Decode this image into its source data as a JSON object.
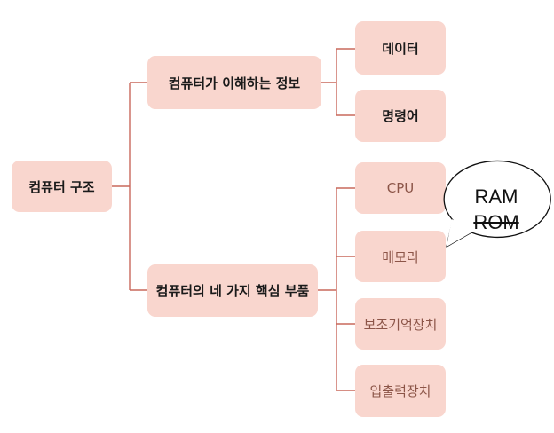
{
  "diagram": {
    "root": "컴퓨터 구조",
    "branches": [
      {
        "label": "컴퓨터가 이해하는 정보",
        "children": [
          "데이터",
          "명령어"
        ]
      },
      {
        "label": "컴퓨터의 네 가지 핵심 부품",
        "children": [
          "CPU",
          "메모리",
          "보조기억장치",
          "입출력장치"
        ]
      }
    ],
    "callout": {
      "line1": "RAM",
      "line2": "ROM"
    }
  },
  "colors": {
    "node_fill": "#f9d6ce",
    "connector": "#c9685c",
    "dark_text": "#1a1a1a",
    "muted_text": "#8c5548"
  }
}
